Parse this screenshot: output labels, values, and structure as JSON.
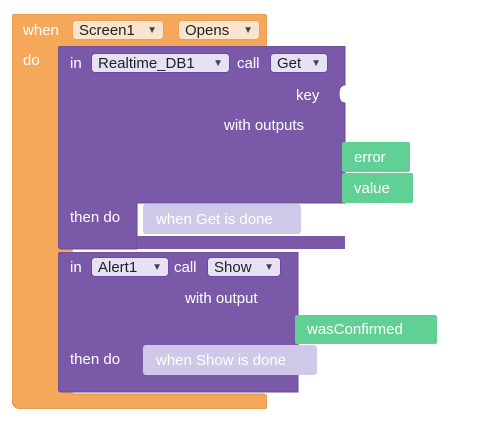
{
  "event_block": {
    "when_label": "when",
    "component_dropdown": "Screen1",
    "event_dropdown": "Opens",
    "do_label": "do"
  },
  "db_call": {
    "in_label": "in",
    "component_dropdown": "Realtime_DB1",
    "call_label": "call",
    "method_dropdown": "Get",
    "key_label": "key",
    "with_outputs_label": "with outputs",
    "outputs": [
      "error",
      "value"
    ],
    "then_do_label": "then do",
    "then_do_block": "when Get is done"
  },
  "alert_call": {
    "in_label": "in",
    "component_dropdown": "Alert1",
    "call_label": "call",
    "method_dropdown": "Show",
    "with_output_label": "with output",
    "outputs": [
      "wasConfirmed"
    ],
    "then_do_label": "then do",
    "then_do_block": "when Show is done"
  },
  "colors": {
    "event_orange": "#f5a85a",
    "procedure_purple": "#7a5aa8",
    "output_green": "#61d095",
    "ghost_lavender": "#d0c8e8"
  }
}
